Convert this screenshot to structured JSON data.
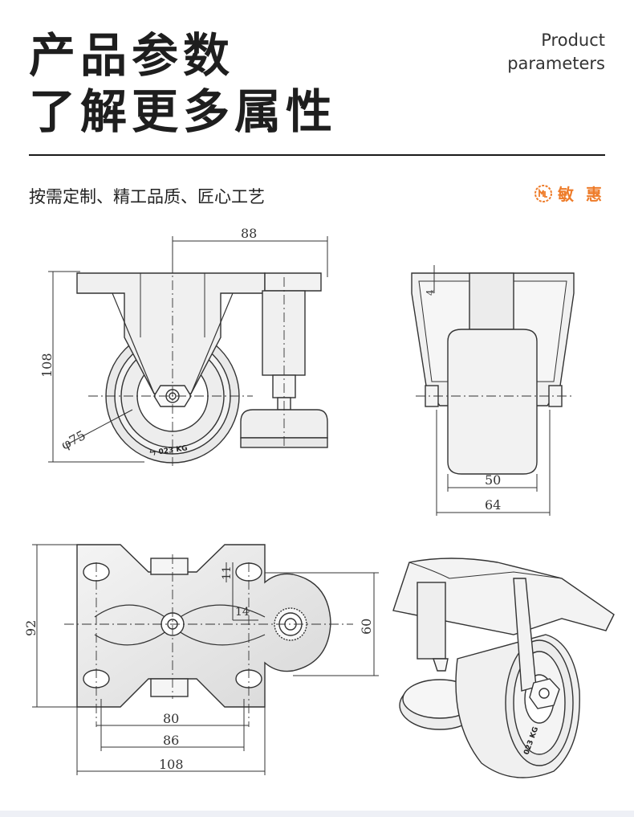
{
  "header": {
    "title_line1": "产品参数",
    "title_line2": "了解更多属性",
    "english_line1": "Product",
    "english_line2": "parameters"
  },
  "subtitle": "按需定制、精工品质、匠心工艺",
  "brand": {
    "name": "敏 惠",
    "color": "#ee7c2a"
  },
  "dimensions": {
    "front_width": "88",
    "front_height": "108",
    "wheel_diameter": "φ75",
    "wheel_marking": "ㄣ 023 KG",
    "side_wheel_width": "50",
    "side_total_width": "64",
    "side_small": "4",
    "top_depth": "92",
    "top_bolt_80": "80",
    "top_width_86": "86",
    "top_length_108": "108",
    "top_height_60": "60",
    "top_slot_11": "11",
    "top_slot_14": "14",
    "iso_marking": "023 KG"
  }
}
